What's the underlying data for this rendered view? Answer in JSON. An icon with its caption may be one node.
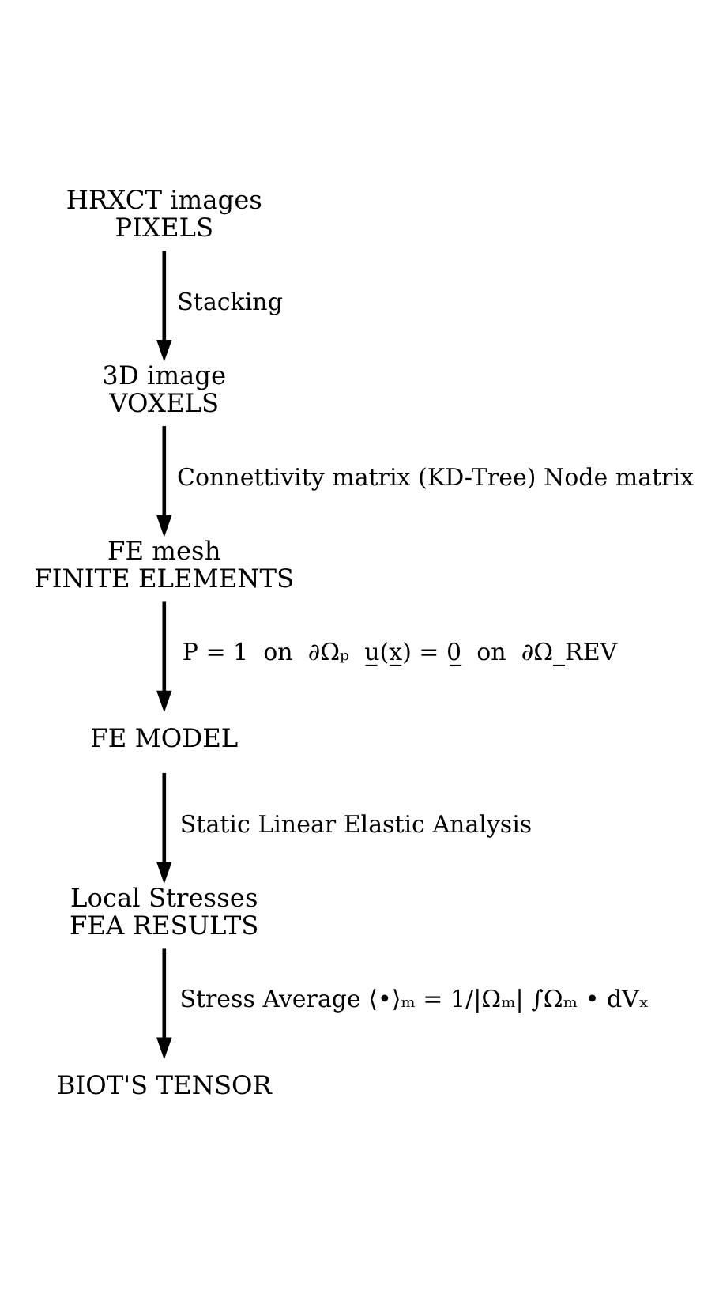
{
  "diagram": {
    "nodes": [
      {
        "text": [
          "HRXCT images",
          "PIXELS"
        ]
      },
      {
        "text": [
          "3D image",
          "VOXELS"
        ]
      },
      {
        "text": [
          "FE mesh",
          "FINITE ELEMENTS"
        ]
      },
      {
        "text": [
          "FE MODEL"
        ]
      },
      {
        "text": [
          "Local Stresses",
          "FEA RESULTS"
        ]
      },
      {
        "text": [
          "BIOT'S TENSOR"
        ]
      }
    ],
    "edges": [
      {
        "from": 0,
        "to": 1,
        "arrow": "to",
        "label": "Stacking"
      },
      {
        "from": 1,
        "to": 2,
        "arrow": "to",
        "label": "Connettivity matrix (KD-Tree) Node matrix"
      },
      {
        "from": 2,
        "to": 3,
        "arrow": "to",
        "label": "P = 1  on  ∂Ωₚ  u̲(x̲) = 0̲  on  ∂Ω_REV"
      },
      {
        "from": 3,
        "to": 4,
        "arrow": "to",
        "label": "Static Linear Elastic Analysis"
      },
      {
        "from": 4,
        "to": 5,
        "arrow": "to",
        "label": "Stress Average ⟨•⟩ₘ = 1/|Ωₘ| ∫Ωₘ • dVₓ"
      }
    ]
  }
}
